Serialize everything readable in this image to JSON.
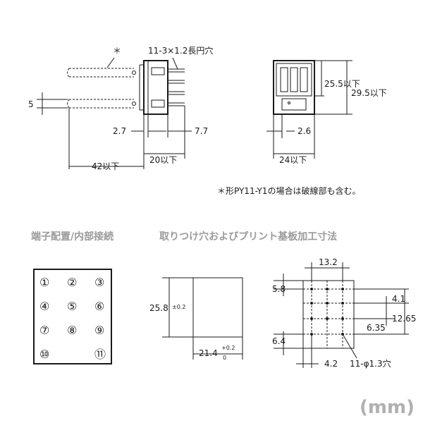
{
  "top": {
    "asterisk": "＊",
    "slot_label": "11-3×1.2長円穴",
    "dims": {
      "d5": "5",
      "d27": "2.7",
      "d77": "7.7",
      "d20": "20以下",
      "d42": "42以下",
      "d255": "25.5以下",
      "d295": "29.5以下",
      "d26": "2.6",
      "d24": "24以下"
    },
    "footnote": "＊形PY11-Y1の場合は破線部も含む。"
  },
  "sections": {
    "terminal_title": "端子配置/内部接続",
    "mounting_title": "取りつけ穴およびプリント基板加工寸法"
  },
  "terminals": [
    "①",
    "②",
    "③",
    "④",
    "⑤",
    "⑥",
    "⑦",
    "⑧",
    "⑨",
    "⑩",
    "⑪"
  ],
  "cutout": {
    "h_dim": "25.8",
    "h_tol": "±0.2",
    "w_dim": "21.4",
    "w_tol_plus": "+0.2",
    "w_tol_minus": "0"
  },
  "pcb": {
    "d132": "13.2",
    "d58": "5.8",
    "d41": "4.1",
    "d1265": "12.65",
    "d635": "6.35",
    "d64": "6.4",
    "d42": "4.2",
    "hole_label": "11-φ1.3穴"
  },
  "unit_label": "(mm)"
}
